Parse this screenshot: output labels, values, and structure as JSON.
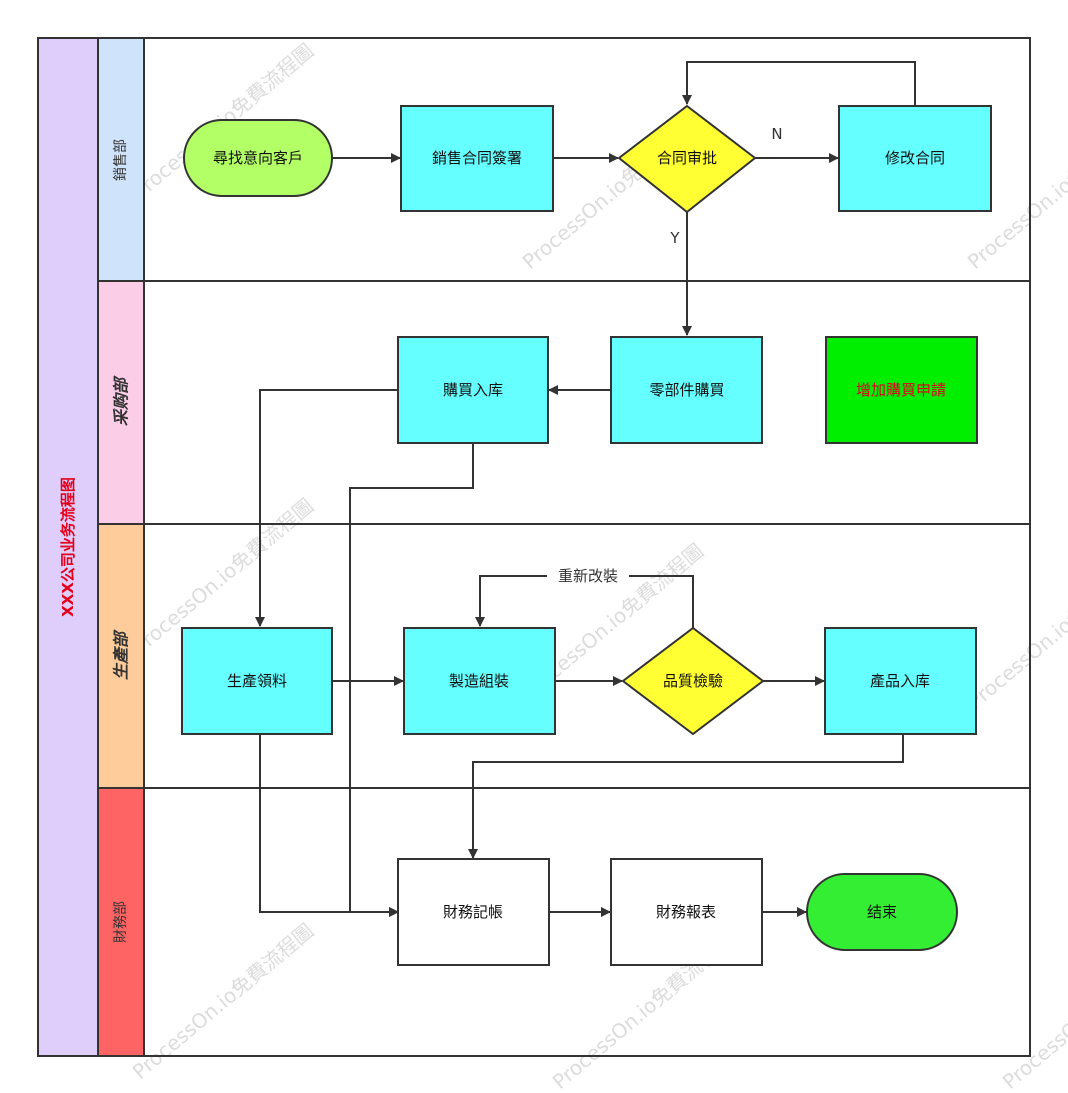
{
  "title": "XXX公司业务流程图",
  "colors": {
    "title_panel": "#dfcdfb",
    "title_text": "#e3001b",
    "lane_sales": "#cfe3fb",
    "lane_purchase": "#fccde7",
    "lane_production": "#fdcc9a",
    "lane_finance": "#fe6464",
    "process": "#66ffff",
    "decision": "#ffff33",
    "terminal_start": "#b3ff66",
    "terminal_end": "#33ee33",
    "highlight_box": "#00ee00",
    "highlight_text": "#e3001b",
    "white_box": "#ffffff",
    "line": "#333333"
  },
  "lanes": {
    "sales": "銷售部",
    "purchase": "采购部",
    "production": "生產部",
    "finance": "財務部"
  },
  "nodes": {
    "find_customer": "尋找意向客戶",
    "contract_sign": "銷售合同簽署",
    "contract_review": "合同审批",
    "modify_contract": "修改合同",
    "parts_purchase": "零部件購買",
    "purchase_stock": "購買入库",
    "add_purchase_request": "增加購買申請",
    "production_material": "生產領料",
    "assembly": "製造組裝",
    "quality_inspection": "品質檢驗",
    "product_stock": "產品入库",
    "bookkeeping": "財務記帳",
    "financial_report": "財務報表",
    "end": "结束"
  },
  "edge_labels": {
    "no": "N",
    "yes": "Y",
    "reassemble": "重新改裝"
  },
  "watermarks": [
    "ProcessOn.io免費流程圖",
    "ProcessOn.io免費流程圖",
    "ProcessOn.io免費流程圖",
    "ProcessOn.io免費流程圖",
    "ProcessOn.io免費流程圖",
    "ProcessOn.io免費流程圖",
    "ProcessOn.io免費流程圖",
    "ProcessOn.io免費流程圖",
    "ProcessOn.io免費流程圖"
  ]
}
